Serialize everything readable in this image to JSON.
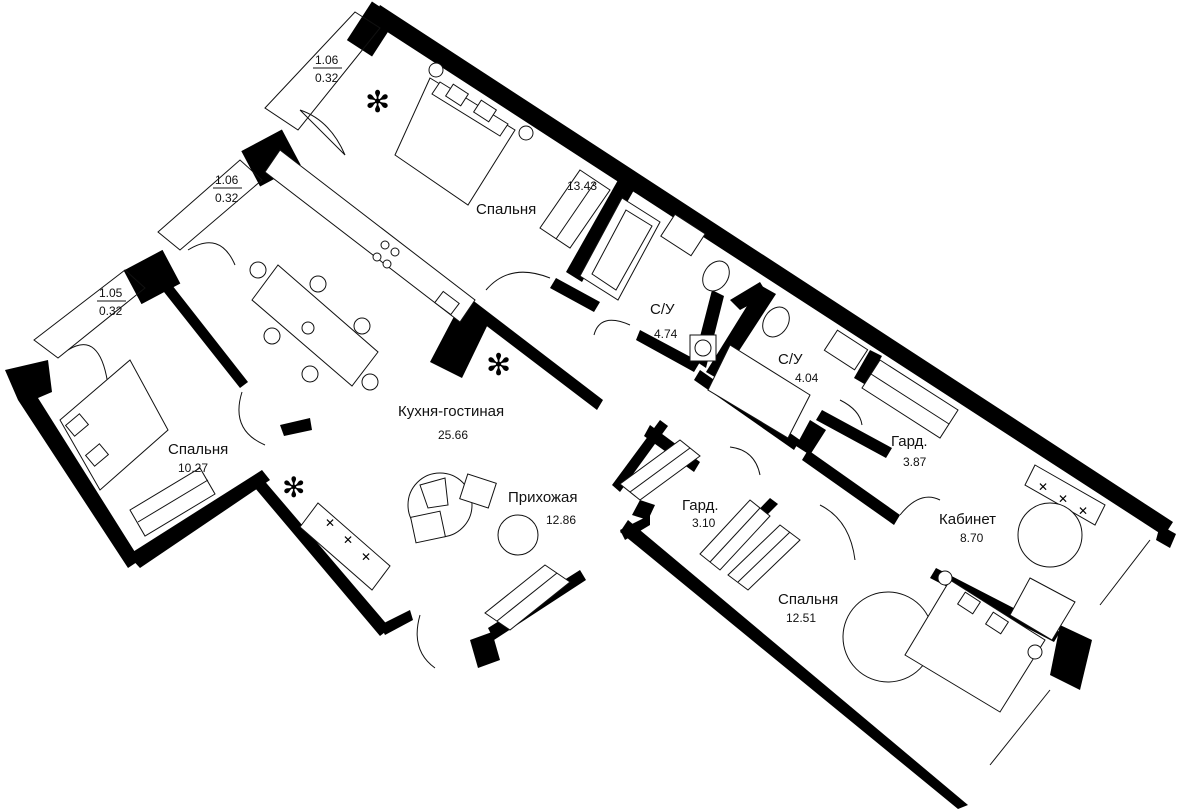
{
  "rooms": {
    "bedroom_top": {
      "name": "Спальня",
      "area": "13.43"
    },
    "bathroom_1": {
      "name": "С/У",
      "area": "4.74"
    },
    "bathroom_2": {
      "name": "С/У",
      "area": "4.04"
    },
    "wardrobe_1": {
      "name": "Гард.",
      "area": "3.87"
    },
    "kitchen_living": {
      "name": "Кухня-гостиная",
      "area": "25.66"
    },
    "bedroom_left": {
      "name": "Спальня",
      "area": "10.27"
    },
    "hallway": {
      "name": "Прихожая",
      "area": "12.86"
    },
    "wardrobe_2": {
      "name": "Гард.",
      "area": "3.10"
    },
    "study": {
      "name": "Кабинет",
      "area": "8.70"
    },
    "bedroom_bottom": {
      "name": "Спальня",
      "area": "12.51"
    }
  },
  "balconies": [
    {
      "top": "1.06",
      "bottom": "0.32"
    },
    {
      "top": "1.06",
      "bottom": "0.32"
    },
    {
      "top": "1.05",
      "bottom": "0.32"
    }
  ]
}
